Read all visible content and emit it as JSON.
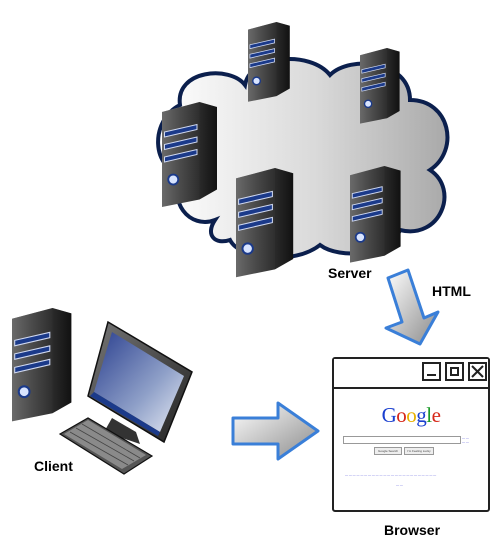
{
  "labels": {
    "server": "Server",
    "html": "HTML",
    "client": "Client",
    "browser": "Browser"
  },
  "browser": {
    "logo_letters": [
      "G",
      "o",
      "o",
      "g",
      "l",
      "e"
    ],
    "logo_colors": [
      "#1a3fcf",
      "#d62718",
      "#e8b000",
      "#1a3fcf",
      "#1a9a28",
      "#d62718"
    ],
    "search_button_label": "Google Search",
    "lucky_button_label": "I'm Feeling Lucky"
  },
  "colors": {
    "cloud_border": "#0b1f4d",
    "arrow_blue": "#3a7fd8",
    "server_blue": "#1b3a8a"
  },
  "icons": [
    "cloud-icon",
    "server-icon",
    "desktop-computer-icon",
    "monitor-icon",
    "keyboard-icon",
    "arrow-icon",
    "browser-window-icon"
  ]
}
